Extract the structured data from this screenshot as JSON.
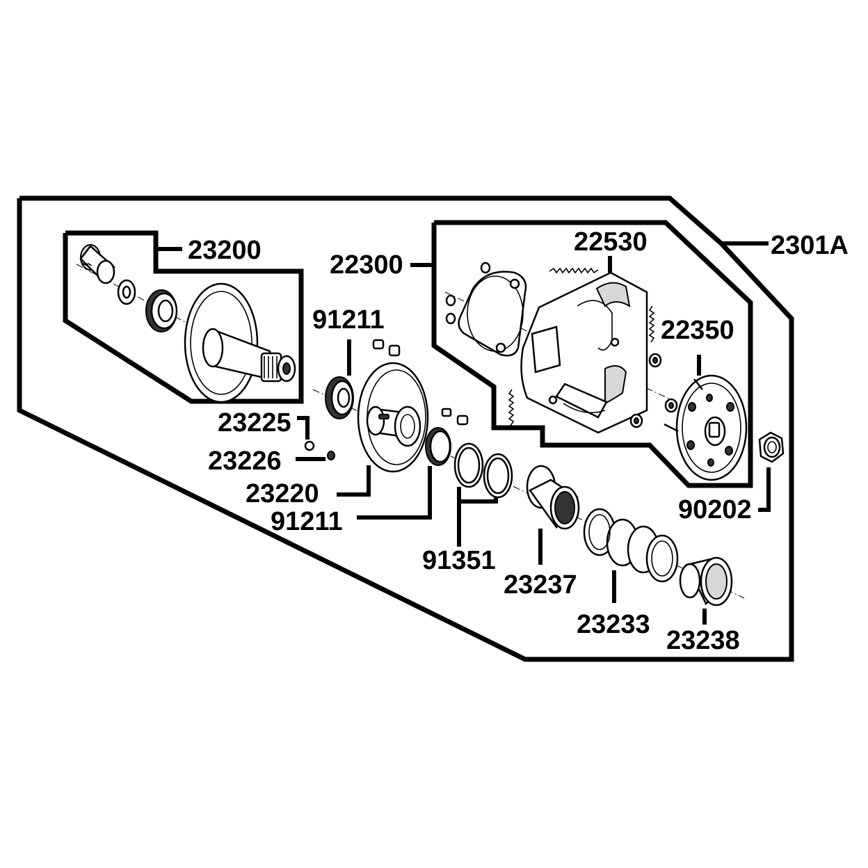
{
  "labels": {
    "assembly": "2301A",
    "clutch_group": "22300",
    "shoe_set": "22530",
    "hub_plate": "22350",
    "fixed_half": "23200",
    "pin": "23225",
    "pin_washer": "23226",
    "movable_half": "23220",
    "bearing_upper": "91211",
    "bearing_lower": "91211",
    "o_rings": "91351",
    "sleeve": "23237",
    "spring": "23233",
    "spring_cup": "23238",
    "nut": "90202"
  }
}
